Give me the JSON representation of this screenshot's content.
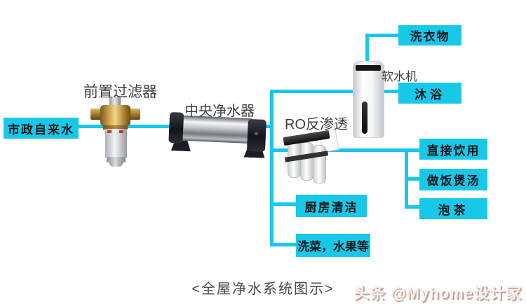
{
  "diagram": {
    "caption": "<全屋净水系统图示>",
    "source": {
      "label": "市政自来水"
    },
    "equipment": {
      "prefilter": {
        "label": "前置过滤器"
      },
      "central_purifier": {
        "label": "中央净水器"
      },
      "ro": {
        "label": "RO反渗透"
      },
      "softener": {
        "label": "软水机"
      }
    },
    "outputs": {
      "laundry": {
        "label": "洗衣物"
      },
      "bath": {
        "label": "沐浴"
      },
      "direct_drinking": {
        "label": "直接饮用"
      },
      "cooking": {
        "label": "做饭煲汤"
      },
      "tea": {
        "label": "泡茶"
      },
      "kitchen_cleaning": {
        "label": "厨房清洁"
      },
      "washing": {
        "label": "洗菜，水果等"
      }
    },
    "colors": {
      "pipe": "#18c8e8",
      "box_fill": "#18c8e8",
      "box_text": "#0c161a",
      "label_text": "#3e3e3e",
      "caption_text": "#4a4a4a"
    }
  },
  "watermark": {
    "text": "头条 @Myhome设计家"
  }
}
